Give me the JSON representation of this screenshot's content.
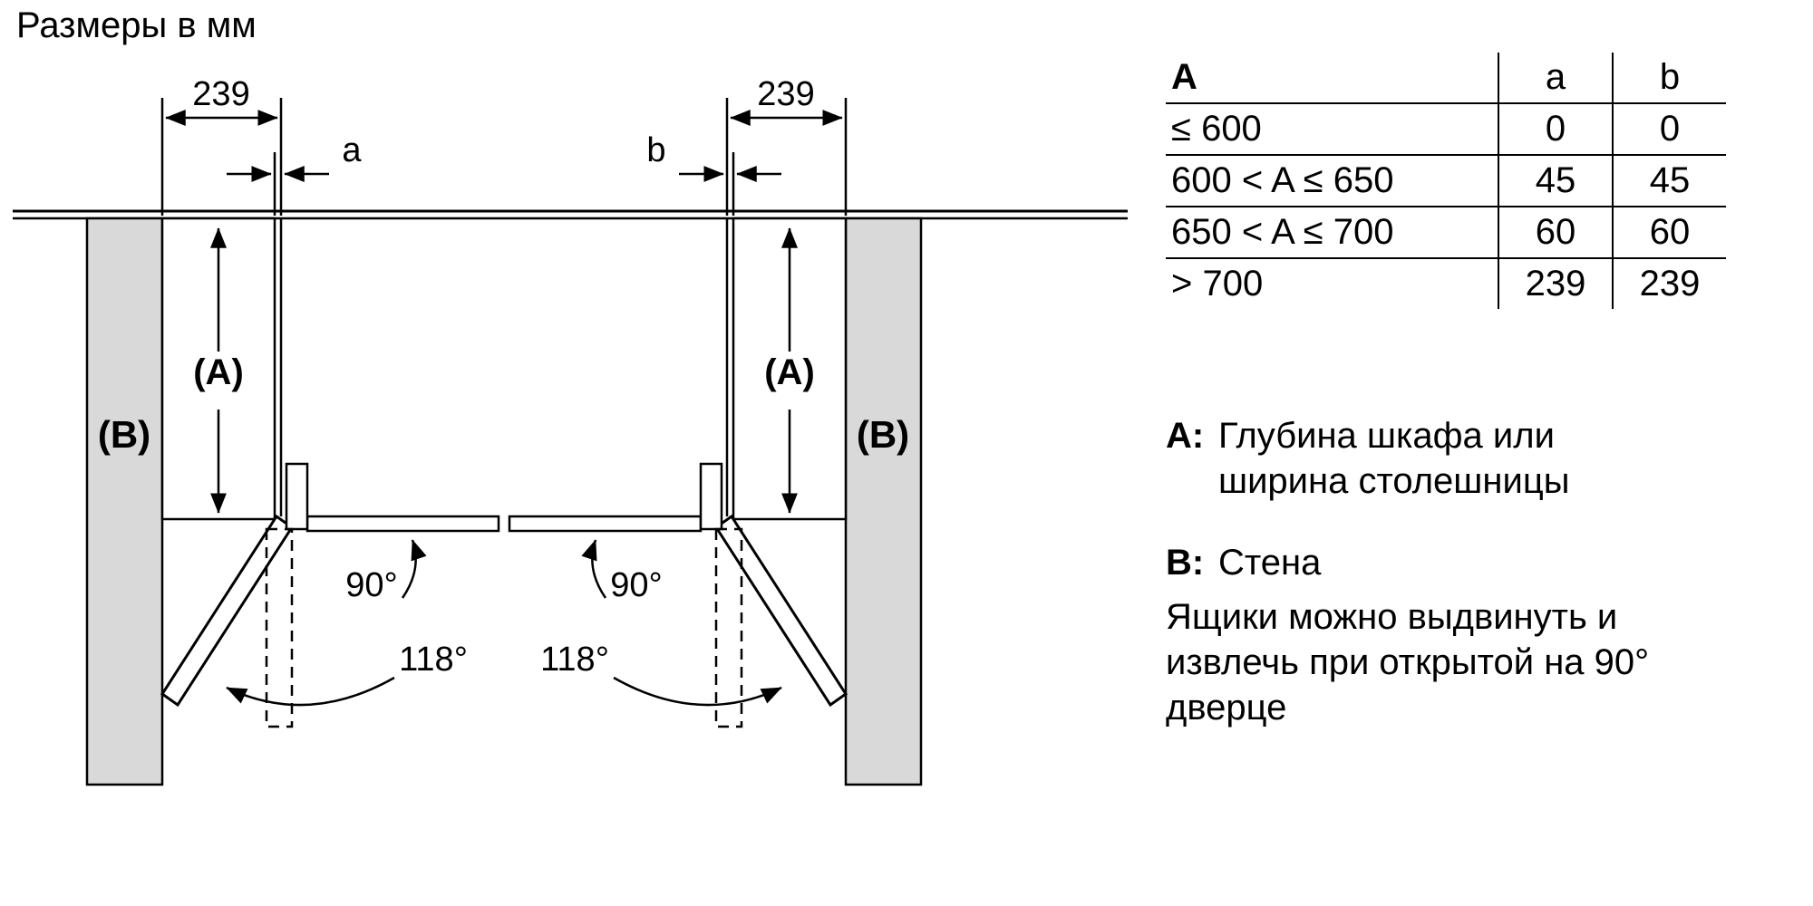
{
  "title": "Размеры в мм",
  "diagram": {
    "dim_left": "239",
    "dim_right": "239",
    "gap_left_label": "a",
    "gap_right_label": "b",
    "depth_label": "(A)",
    "wall_label": "(B)",
    "angle_90_label": "90°",
    "angle_118_label": "118°"
  },
  "table": {
    "headers": [
      "A",
      "a",
      "b"
    ],
    "rows": [
      [
        "≤ 600",
        "0",
        "0"
      ],
      [
        "600 < A ≤ 650",
        "45",
        "45"
      ],
      [
        "650 < A ≤ 700",
        "60",
        "60"
      ],
      [
        "> 700",
        "239",
        "239"
      ]
    ]
  },
  "legend": {
    "a_key": "A:",
    "a_line1": "Глубина шкафа или",
    "a_line2": "ширина столешницы",
    "b_key": "B:",
    "b_text": "Стена",
    "note_line1": "Ящики можно выдвинуть и",
    "note_line2": "извлечь при открытой на 90°",
    "note_line3": "дверце"
  },
  "colors": {
    "wall_fill": "#d9d9d9",
    "line": "#000000",
    "background": "#ffffff"
  }
}
